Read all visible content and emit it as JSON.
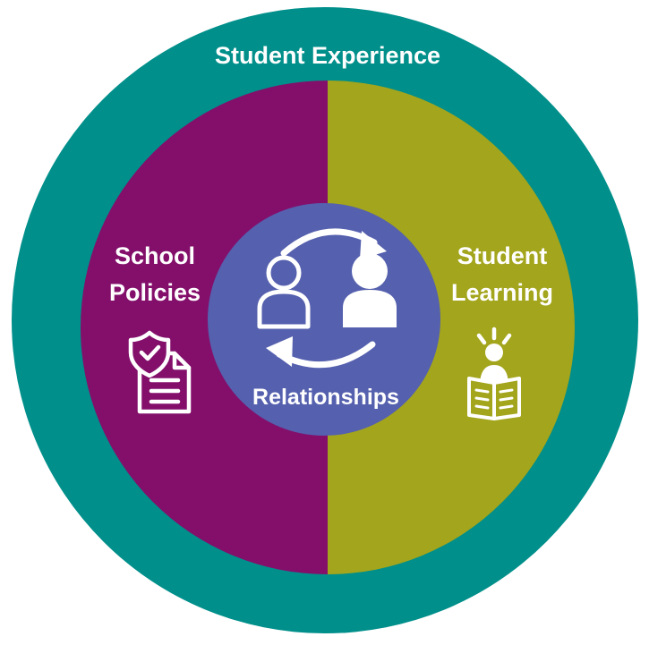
{
  "outer_ring": {
    "label": "Student Experience",
    "color": "#008f8a"
  },
  "left_half": {
    "label_line1": "School",
    "label_line2": "Policies",
    "color": "#830f6b",
    "icon": "shield-document-icon"
  },
  "right_half": {
    "label_line1": "Student",
    "label_line2": "Learning",
    "color": "#a3a51c",
    "icon": "reading-student-icon"
  },
  "center": {
    "label": "Relationships",
    "color": "#5560ae",
    "icon": "people-exchange-icon"
  },
  "icon_color": "#ffffff"
}
